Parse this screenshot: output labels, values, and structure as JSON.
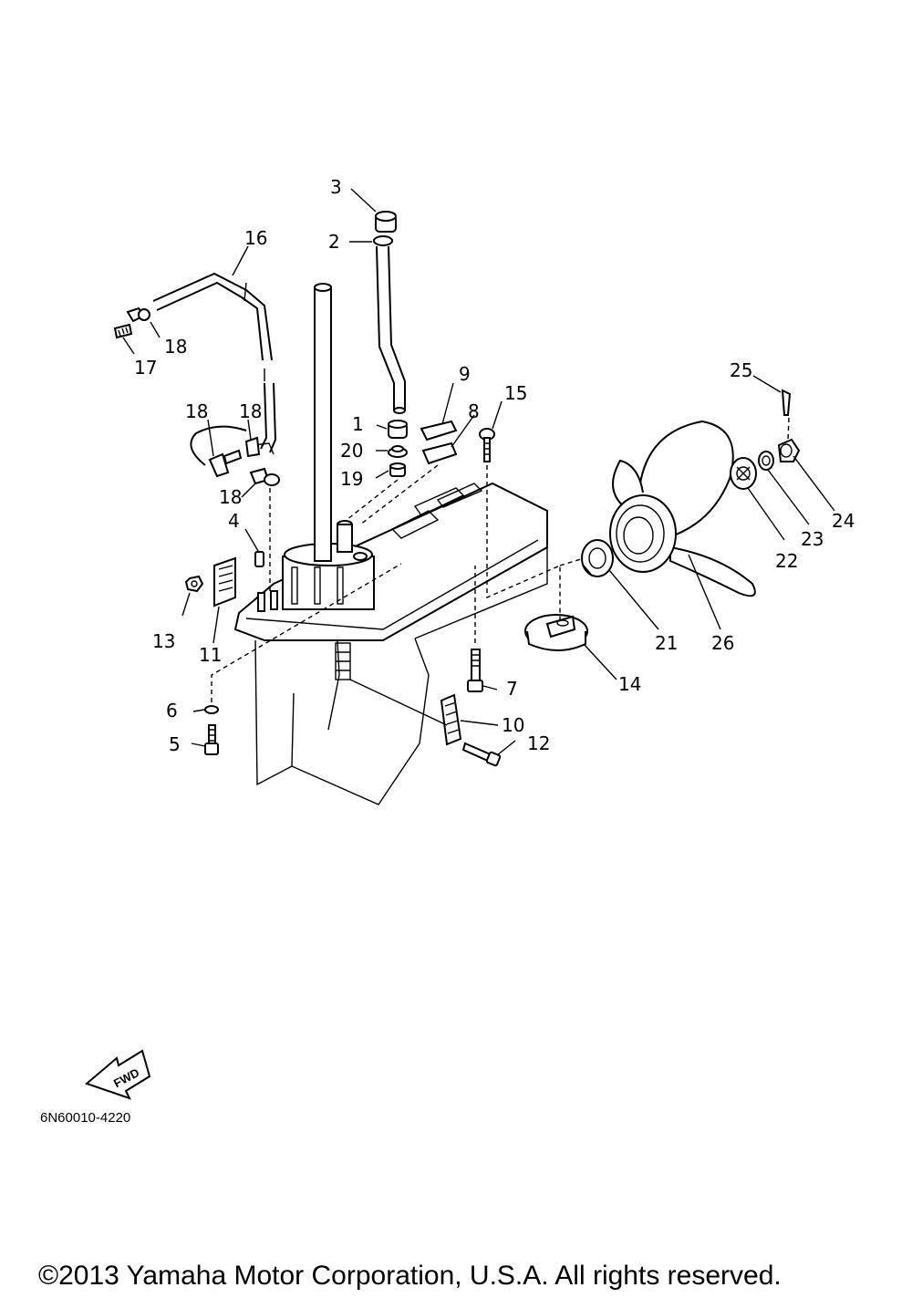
{
  "diagram_code": "6N60010-4220",
  "copyright": "©2013 Yamaha Motor Corporation, U.S.A. All rights reserved.",
  "fwd_label": "FWD",
  "callouts": {
    "c1": "1",
    "c2": "2",
    "c3": "3",
    "c4": "4",
    "c5": "5",
    "c6": "6",
    "c7": "7",
    "c8": "8",
    "c9": "9",
    "c10": "10",
    "c11": "11",
    "c12": "12",
    "c13": "13",
    "c14": "14",
    "c15": "15",
    "c16": "16",
    "c17": "17",
    "c18a": "18",
    "c18b": "18",
    "c18c": "18",
    "c18d": "18",
    "c19": "19",
    "c20": "20",
    "c21": "21",
    "c22": "22",
    "c23": "23",
    "c24": "24",
    "c25": "25",
    "c26": "26"
  }
}
